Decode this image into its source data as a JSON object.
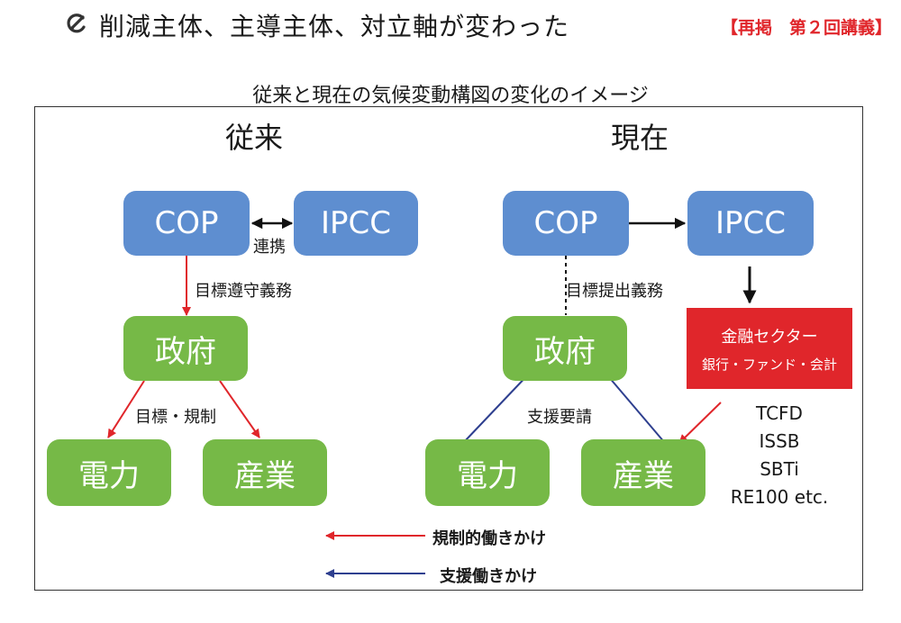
{
  "header": {
    "title": "削減主体、主導主体、対立軸が変わった",
    "reprint_tag": "【再掲　第２回講義】"
  },
  "figure": {
    "title": "従来と現在の気候変動構図の変化のイメージ",
    "left": {
      "heading": "従来",
      "cop": "COP",
      "ipcc": "IPCC",
      "link_label": "連携",
      "obligation_label": "目標遵守義務",
      "government": "政府",
      "targets_label": "目標・規制",
      "power": "電力",
      "industry": "産業"
    },
    "right": {
      "heading": "現在",
      "cop": "COP",
      "ipcc": "IPCC",
      "obligation_label": "目標提出義務",
      "finance_title": "金融セクター",
      "finance_sub": "銀行・ファンド・会計",
      "government": "政府",
      "support_request_label": "支援要請",
      "power": "電力",
      "industry": "産業",
      "standards": [
        "TCFD",
        "ISSB",
        "SBTi",
        "RE100 etc."
      ]
    },
    "legend": {
      "regulation": "規制的働きかけ",
      "support": "支援働きかけ"
    },
    "colors": {
      "blue_box": "#5e8ed0",
      "green_box": "#76b947",
      "finance_box": "#e0262b",
      "regulation_arrow": "#e0262b",
      "support_arrow": "#2e3f8f"
    }
  }
}
